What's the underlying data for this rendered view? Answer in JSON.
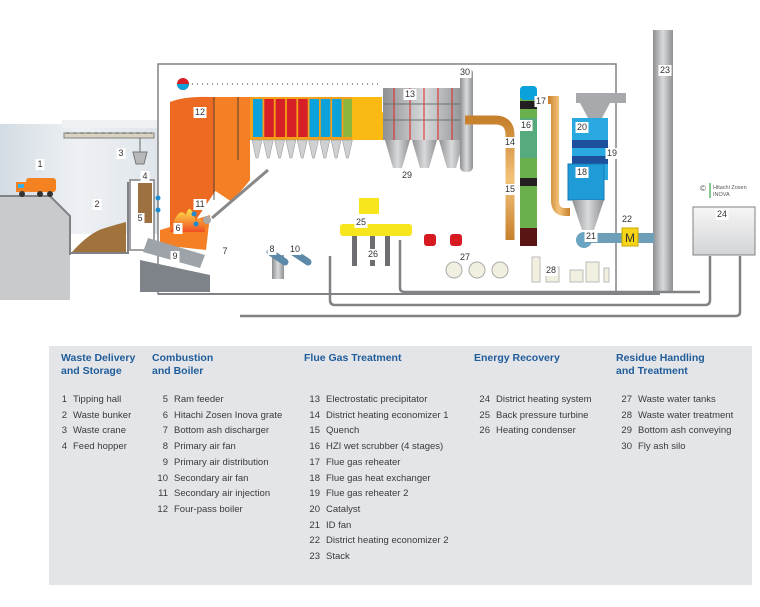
{
  "diagram": {
    "title": "Waste-to-energy plant process diagram",
    "logo": {
      "copyright_symbol": "©",
      "line1": "Hitachi Zosen",
      "line2": "INOVA"
    },
    "callouts": [
      "1",
      "2",
      "3",
      "4",
      "5",
      "6",
      "7",
      "8",
      "9",
      "10",
      "11",
      "12",
      "13",
      "14",
      "15",
      "16",
      "17",
      "18",
      "19",
      "20",
      "21",
      "22",
      "23",
      "24",
      "25",
      "26",
      "27",
      "28",
      "29",
      "30"
    ],
    "colors": {
      "boiler_orange": "#f07a22",
      "superheater_red": "#d61f26",
      "economizer_blue": "#0ba2dc",
      "evaporator_green": "#8db63c",
      "duct_yellow": "#fbb913",
      "pipe_copper": "#e3a24a",
      "scrubber_green": "#6ab04c",
      "catalyst_blue": "#29a9e0",
      "steel_gray": "#a7a9ac",
      "pipe_gray": "#808285",
      "turbine_yellow": "#f7e51d",
      "tank_red": "#d71920",
      "tank_cream": "#f1efe0",
      "legend_heading": "#1f5c99",
      "legend_bg": "#e4e5e8"
    }
  },
  "legend": {
    "columns": [
      {
        "heading_line1": "Waste Delivery",
        "heading_line2": "and Storage",
        "items": [
          {
            "num": "1",
            "label": "Tipping hall"
          },
          {
            "num": "2",
            "label": "Waste bunker"
          },
          {
            "num": "3",
            "label": "Waste crane"
          },
          {
            "num": "4",
            "label": "Feed hopper"
          }
        ]
      },
      {
        "heading_line1": "Combustion",
        "heading_line2": "and Boiler",
        "items": [
          {
            "num": "5",
            "label": "Ram feeder"
          },
          {
            "num": "6",
            "label": "Hitachi Zosen Inova grate"
          },
          {
            "num": "7",
            "label": "Bottom ash discharger"
          },
          {
            "num": "8",
            "label": "Primary air fan"
          },
          {
            "num": "9",
            "label": "Primary air distribution"
          },
          {
            "num": "10",
            "label": "Secondary air fan"
          },
          {
            "num": "11",
            "label": "Secondary air injection"
          },
          {
            "num": "12",
            "label": "Four-pass boiler"
          }
        ]
      },
      {
        "heading_line1": "Flue Gas Treatment",
        "heading_line2": "",
        "items": [
          {
            "num": "13",
            "label": "Electrostatic precipitator"
          },
          {
            "num": "14",
            "label": "District heating economizer 1"
          },
          {
            "num": "15",
            "label": "Quench"
          },
          {
            "num": "16",
            "label": "HZI wet scrubber (4 stages)"
          },
          {
            "num": "17",
            "label": "Flue gas reheater"
          },
          {
            "num": "18",
            "label": "Flue gas heat exchanger"
          },
          {
            "num": "19",
            "label": "Flue gas reheater 2"
          },
          {
            "num": "20",
            "label": "Catalyst"
          },
          {
            "num": "21",
            "label": "ID fan"
          },
          {
            "num": "22",
            "label": "District heating economizer 2"
          },
          {
            "num": "23",
            "label": "Stack"
          }
        ]
      },
      {
        "heading_line1": "Energy Recovery",
        "heading_line2": "",
        "items": [
          {
            "num": "24",
            "label": "District heating system"
          },
          {
            "num": "25",
            "label": "Back pressure turbine"
          },
          {
            "num": "26",
            "label": "Heating condenser"
          }
        ]
      },
      {
        "heading_line1": "Residue Handling",
        "heading_line2": "and Treatment",
        "items": [
          {
            "num": "27",
            "label": "Waste water tanks"
          },
          {
            "num": "28",
            "label": "Waste water treatment"
          },
          {
            "num": "29",
            "label": "Bottom ash conveying"
          },
          {
            "num": "30",
            "label": "Fly ash silo"
          }
        ]
      }
    ]
  }
}
